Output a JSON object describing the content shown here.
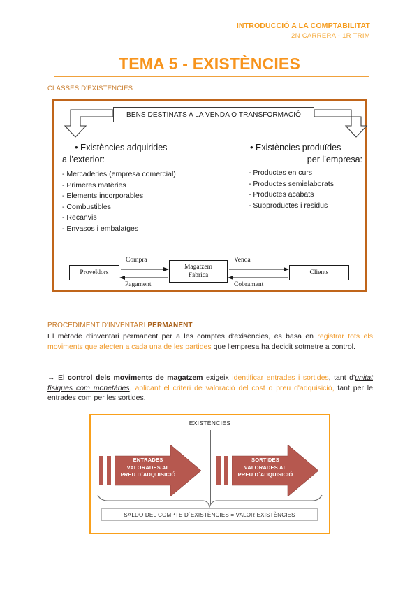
{
  "header": {
    "course": "INTRODUCCIÓ A LA COMPTABILITAT",
    "subtitle": "2N CARRERA - 1R TRIM",
    "title": "TEMA 5 - EXISTÈNCIES",
    "section_label": "CLASSES D'EXISTÈNCIES"
  },
  "colors": {
    "accent_orange": "#F7941D",
    "header_orange": "#F59B1C",
    "box1_border": "#C0651A",
    "box2_border": "#F9A01B",
    "arrow_red": "#B6584F",
    "heading_brown": "#C87B2A"
  },
  "diagram1": {
    "head_box": "BENS DESTINATS A LA VENDA O TRANSFORMACIÓ",
    "left": {
      "bullet_line1": "Existències adquirides",
      "bullet_line2": "a l’exterior:",
      "items": [
        "- Mercaderies (empresa comercial)",
        "- Primeres matèries",
        "- Elements incorporables",
        "- Combustibles",
        "- Recanvis",
        "- Envasos i embalatges"
      ]
    },
    "right": {
      "bullet_line1": "Existències produïdes",
      "bullet_line2": "per l’empresa:",
      "items": [
        "- Productes en curs",
        "- Productes semielaborats",
        "- Productes acabats",
        "- Subproductes i residus"
      ]
    },
    "flow": {
      "node_suppliers": "Proveïdors",
      "node_warehouse_line1": "Magatzem",
      "node_warehouse_line2": "Fàbrica",
      "node_clients": "Clients",
      "label_compra": "Compra",
      "label_pagament": "Pagament",
      "label_venda": "Venda",
      "label_cobrament": "Cobrament"
    }
  },
  "body": {
    "heading_normal": "PROCEDIMENT D'INVENTARI ",
    "heading_bold": "PERMANENT",
    "p1_a": "El mètode d'inventari permanent per a les comptes d’exisències, es basa en ",
    "p1_hl": "registrar tots els moviments que afecten a cada una de les partides",
    "p1_b": " que l'empresa ha decidit sotmetre a control.",
    "p2_arrow": "→ El ",
    "p2_bold": "control dels moviments de magatzem",
    "p2_a": " exigeix ",
    "p2_hl1": "identificar entrades i sortides",
    "p2_b": ", tant d’",
    "p2_und": "unitat físiques com monetàries",
    "p2_hl2": ", aplicant el criteri de valoració del cost o preu d'adquisició,",
    "p2_c": " tant per le entrades com per les sortides."
  },
  "diagram2": {
    "top_label": "EXISTÈNCIES",
    "left_arrow": {
      "line1": "ENTRADES",
      "line2": "VALORADES AL",
      "line3": "PREU D´ADQUISICIÓ"
    },
    "right_arrow": {
      "line1": "SORTIDES",
      "line2": "VALORADES AL",
      "line3": "PREU D´ADQUISICIÓ"
    },
    "bottom_box": "SALDO DEL COMPTE D´EXISTÈNCIES = VALOR EXISTÈNCIES"
  }
}
